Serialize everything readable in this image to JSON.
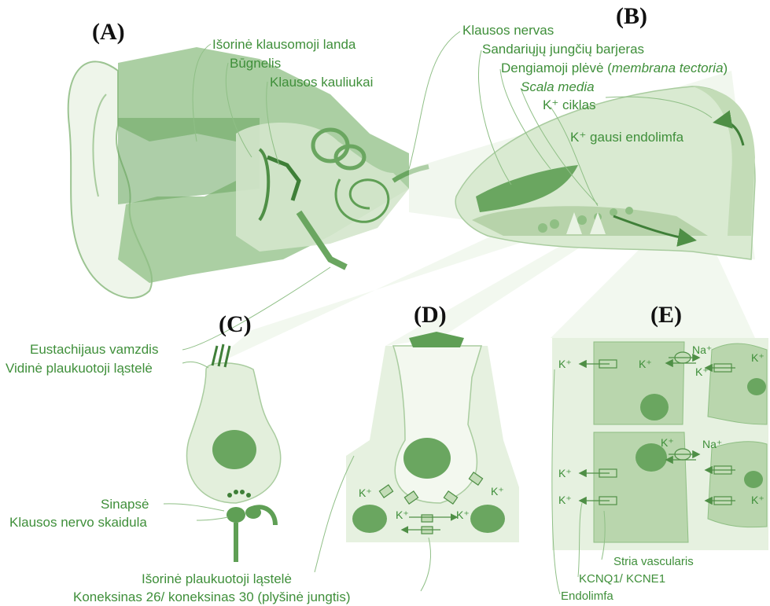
{
  "panels": {
    "a": "(A)",
    "b": "(B)",
    "c": "(C)",
    "d": "(D)",
    "e": "(E)"
  },
  "labels": {
    "outer_canal": "Išorinė klausomoji landa",
    "eardrum": "Būgnelis",
    "ossicles": "Klausos kauliukai",
    "auditory_nerve": "Klausos nervas",
    "tight_junction": "Sandariųjų jungčių barjeras",
    "tectorial_prefix": "Dengiamoji plėvė (",
    "tectorial_italic": "membrana tectoria",
    "tectorial_suffix": ")",
    "scala_media": "Scala media",
    "k_cycle": "K⁺ ciklas",
    "k_rich_endolymph": "K⁺ gausi endolimfa",
    "eustachian_tube": "Eustachijaus vamzdis",
    "inner_hair_cell": "Vidinė plaukuotoji ląstelė",
    "synapse": "Sinapsė",
    "nerve_fiber": "Klausos nervo skaidula",
    "outer_hair_cell": "Išorinė plaukuotoji ląstelė",
    "connexin": "Koneksinas 26/ koneksinas 30 (plyšinė jungtis)",
    "stria_vascularis": "Stria vascularis",
    "kcnq": "KCNQ1/ KCNE1",
    "endolymph": "Endolimfa"
  },
  "ions": {
    "k": "K⁺",
    "na": "Na⁺"
  },
  "colors": {
    "light_green": "#e3efdc",
    "mid_green": "#b9d6ad",
    "dark_green": "#5f9f55",
    "label_green": "#3f8f3a"
  }
}
